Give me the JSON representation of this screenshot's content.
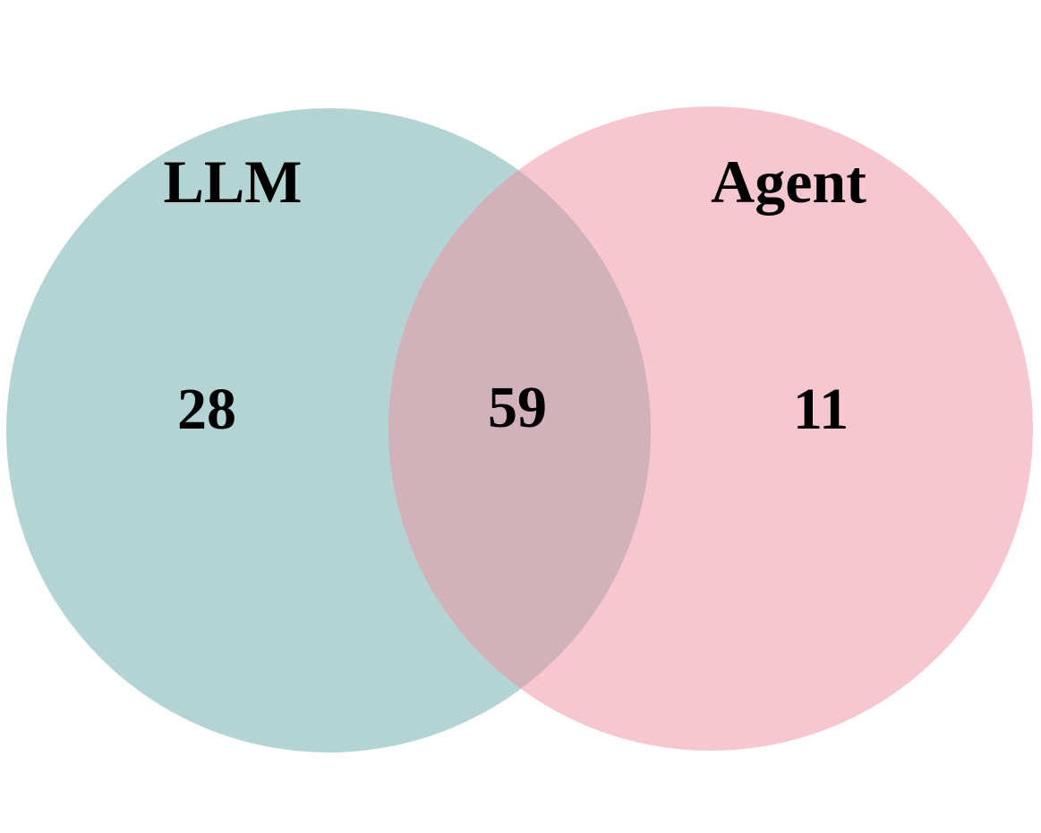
{
  "diagram": {
    "type": "venn",
    "sets": [
      {
        "label": "LLM",
        "color": "#6aaaa9"
      },
      {
        "label": "Agent",
        "color": "#ee8fa1"
      }
    ],
    "regions": {
      "left_only": "28",
      "intersection": "59",
      "right_only": "11"
    },
    "circle_opacity": 0.5
  }
}
